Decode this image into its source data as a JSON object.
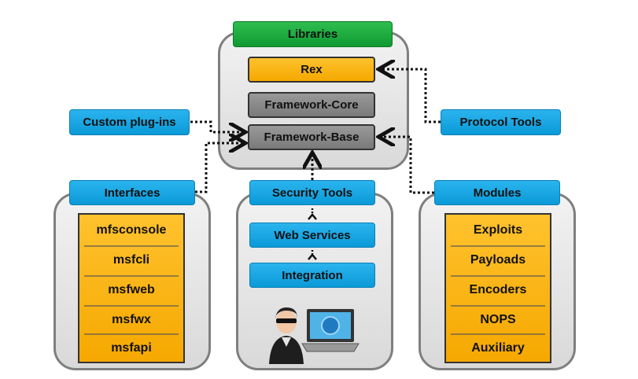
{
  "libraries": {
    "title": "Libraries",
    "rex": "Rex",
    "core": "Framework-Core",
    "base": "Framework-Base"
  },
  "custom_plugins": "Custom plug-ins",
  "protocol_tools": "Protocol Tools",
  "interfaces": {
    "title": "Interfaces",
    "items": [
      "mfsconsole",
      "msfcli",
      "msfweb",
      "msfwx",
      "msfapi"
    ]
  },
  "security": {
    "title": "Security Tools",
    "web_services": "Web Services",
    "integration": "Integration",
    "icon": "hacker-laptop-icon"
  },
  "modules": {
    "title": "Modules",
    "items": [
      "Exploits",
      "Payloads",
      "Encoders",
      "NOPS",
      "Auxiliary"
    ]
  },
  "colors": {
    "blue": "#0a9ad8",
    "green": "#109a32",
    "orange": "#f5a800",
    "gray": "#7a7a7a"
  }
}
